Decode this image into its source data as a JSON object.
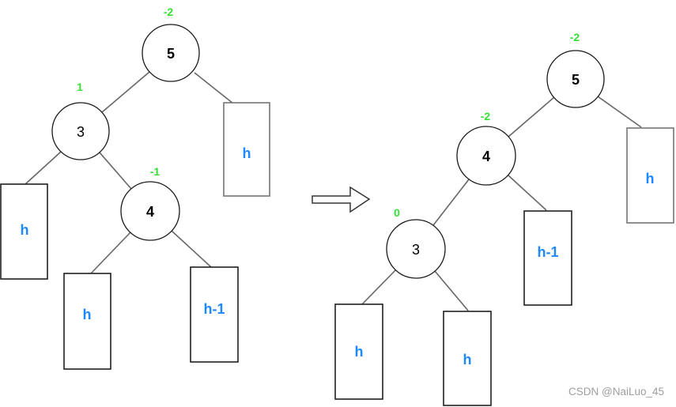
{
  "colors": {
    "balance_green": "#33e033",
    "subtree_blue": "#1e88ff",
    "edge_gray": "#666666",
    "node_stroke": "#1a1a1a",
    "watermark_gray": "#9e9e9e"
  },
  "left_tree": {
    "node_5": {
      "value": "5",
      "balance": "-2"
    },
    "node_3": {
      "value": "3",
      "balance": "1"
    },
    "node_4": {
      "value": "4",
      "balance": "-1"
    },
    "subtree_right_of_5": {
      "label": "h"
    },
    "subtree_left_of_3": {
      "label": "h"
    },
    "subtree_left_of_4": {
      "label": "h"
    },
    "subtree_right_of_4": {
      "label": "h-1"
    }
  },
  "arrow": {
    "direction": "right"
  },
  "right_tree": {
    "node_5": {
      "value": "5",
      "balance": "-2"
    },
    "node_4": {
      "value": "4",
      "balance": "-2"
    },
    "node_3": {
      "value": "3",
      "balance": "0"
    },
    "subtree_right_of_5": {
      "label": "h"
    },
    "subtree_right_of_4": {
      "label": "h-1"
    },
    "subtree_left_of_3": {
      "label": "h"
    },
    "subtree_right_of_3": {
      "label": "h"
    }
  },
  "watermark": {
    "text": "CSDN @NaiLuo_45"
  }
}
